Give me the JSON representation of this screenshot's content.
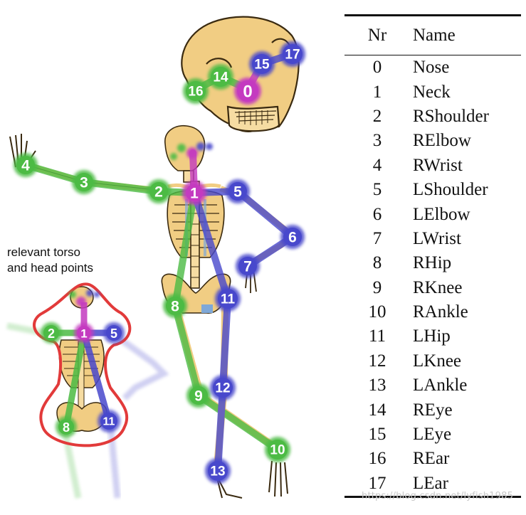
{
  "caption": {
    "line1": "relevant torso",
    "line2": "and head points"
  },
  "table": {
    "header_nr": "Nr",
    "header_name": "Name",
    "rows": [
      {
        "nr": "0",
        "name": "Nose"
      },
      {
        "nr": "1",
        "name": "Neck"
      },
      {
        "nr": "2",
        "name": "RShoulder"
      },
      {
        "nr": "3",
        "name": "RElbow"
      },
      {
        "nr": "4",
        "name": "RWrist"
      },
      {
        "nr": "5",
        "name": "LShoulder"
      },
      {
        "nr": "6",
        "name": "LElbow"
      },
      {
        "nr": "7",
        "name": "LWrist"
      },
      {
        "nr": "8",
        "name": "RHip"
      },
      {
        "nr": "9",
        "name": "RKnee"
      },
      {
        "nr": "10",
        "name": "RAnkle"
      },
      {
        "nr": "11",
        "name": "LHip"
      },
      {
        "nr": "12",
        "name": "LKnee"
      },
      {
        "nr": "13",
        "name": "LAnkle"
      },
      {
        "nr": "14",
        "name": "REye"
      },
      {
        "nr": "15",
        "name": "LEye"
      },
      {
        "nr": "16",
        "name": "REar"
      },
      {
        "nr": "17",
        "name": "LEar"
      }
    ]
  },
  "keypoint_labels": {
    "k0": "0",
    "k1": "1",
    "k2": "2",
    "k3": "3",
    "k4": "4",
    "k5": "5",
    "k6": "6",
    "k7": "7",
    "k8": "8",
    "k9": "9",
    "k10": "10",
    "k11": "11",
    "k12": "12",
    "k13": "13",
    "k14": "14",
    "k15": "15",
    "k16": "16",
    "k17": "17"
  },
  "watermark": "https://blog.csdn.net/lyfish1985",
  "colors": {
    "right_side": "#4cbb44",
    "left_side": "#4848cc",
    "center": "#c43ac0",
    "bone": "#f1cd83",
    "bone_outline": "#3a2a10",
    "torso_outline": "#e23a3a",
    "cartilage": "#7fa8d8"
  },
  "icons": {
    "figure": "skeleton-illustration"
  }
}
